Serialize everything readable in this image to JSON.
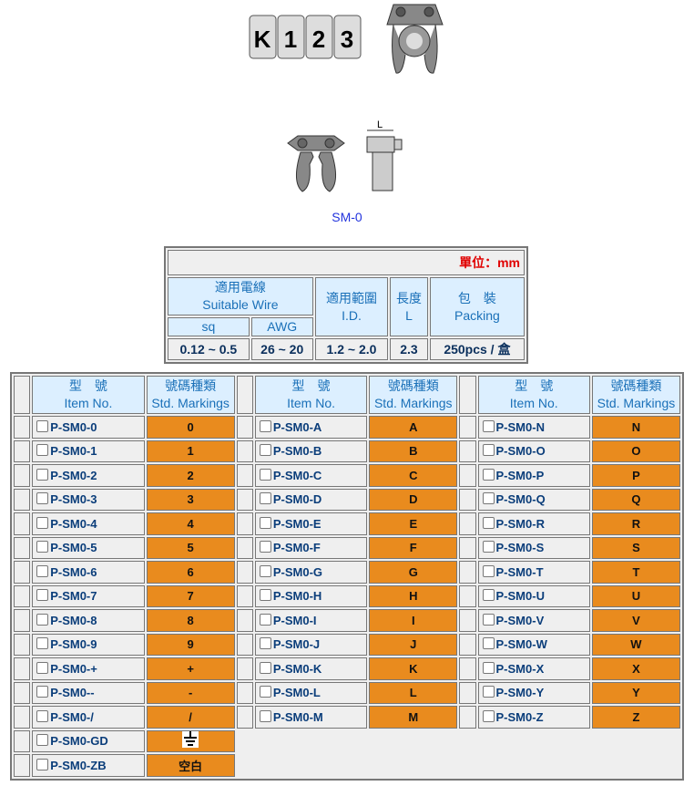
{
  "images": {
    "marker_labels": [
      "K",
      "1",
      "2",
      "3"
    ],
    "dimension_label": "L",
    "caption": "SM-0"
  },
  "spec": {
    "unit": "單位：mm",
    "headers": {
      "wire_zh": "適用電線",
      "wire_en": "Suitable Wire",
      "sq": "sq",
      "awg": "AWG",
      "id_zh": "適用範圍",
      "id_en": "I.D.",
      "len_zh": "長度",
      "len_en": "L",
      "pack_zh": "包　裝",
      "pack_en": "Packing"
    },
    "values": {
      "sq": "0.12 ~ 0.5",
      "awg": "26 ~ 20",
      "id": "1.2 ~ 2.0",
      "len": "2.3",
      "pack": "250pcs / 盒"
    }
  },
  "table": {
    "header": {
      "item_zh": "型　號",
      "item_en": "Item No.",
      "mark_zh": "號碼種類",
      "mark_en": "Std. Markings"
    },
    "columns": [
      [
        [
          "P-SM0-0",
          "0"
        ],
        [
          "P-SM0-1",
          "1"
        ],
        [
          "P-SM0-2",
          "2"
        ],
        [
          "P-SM0-3",
          "3"
        ],
        [
          "P-SM0-4",
          "4"
        ],
        [
          "P-SM0-5",
          "5"
        ],
        [
          "P-SM0-6",
          "6"
        ],
        [
          "P-SM0-7",
          "7"
        ],
        [
          "P-SM0-8",
          "8"
        ],
        [
          "P-SM0-9",
          "9"
        ],
        [
          "P-SM0-+",
          "+"
        ],
        [
          "P-SM0--",
          "-"
        ],
        [
          "P-SM0-/",
          "/"
        ],
        [
          "P-SM0-GD",
          "⏚"
        ],
        [
          "P-SM0-ZB",
          "空白"
        ]
      ],
      [
        [
          "P-SM0-A",
          "A"
        ],
        [
          "P-SM0-B",
          "B"
        ],
        [
          "P-SM0-C",
          "C"
        ],
        [
          "P-SM0-D",
          "D"
        ],
        [
          "P-SM0-E",
          "E"
        ],
        [
          "P-SM0-F",
          "F"
        ],
        [
          "P-SM0-G",
          "G"
        ],
        [
          "P-SM0-H",
          "H"
        ],
        [
          "P-SM0-I",
          "I"
        ],
        [
          "P-SM0-J",
          "J"
        ],
        [
          "P-SM0-K",
          "K"
        ],
        [
          "P-SM0-L",
          "L"
        ],
        [
          "P-SM0-M",
          "M"
        ]
      ],
      [
        [
          "P-SM0-N",
          "N"
        ],
        [
          "P-SM0-O",
          "O"
        ],
        [
          "P-SM0-P",
          "P"
        ],
        [
          "P-SM0-Q",
          "Q"
        ],
        [
          "P-SM0-R",
          "R"
        ],
        [
          "P-SM0-S",
          "S"
        ],
        [
          "P-SM0-T",
          "T"
        ],
        [
          "P-SM0-U",
          "U"
        ],
        [
          "P-SM0-V",
          "V"
        ],
        [
          "P-SM0-W",
          "W"
        ],
        [
          "P-SM0-X",
          "X"
        ],
        [
          "P-SM0-Y",
          "Y"
        ],
        [
          "P-SM0-Z",
          "Z"
        ]
      ]
    ]
  },
  "colors": {
    "marking": "#e98b1e",
    "header_bg": "#dcefff",
    "header_text": "#1a70b8",
    "unit": "#e00000"
  }
}
